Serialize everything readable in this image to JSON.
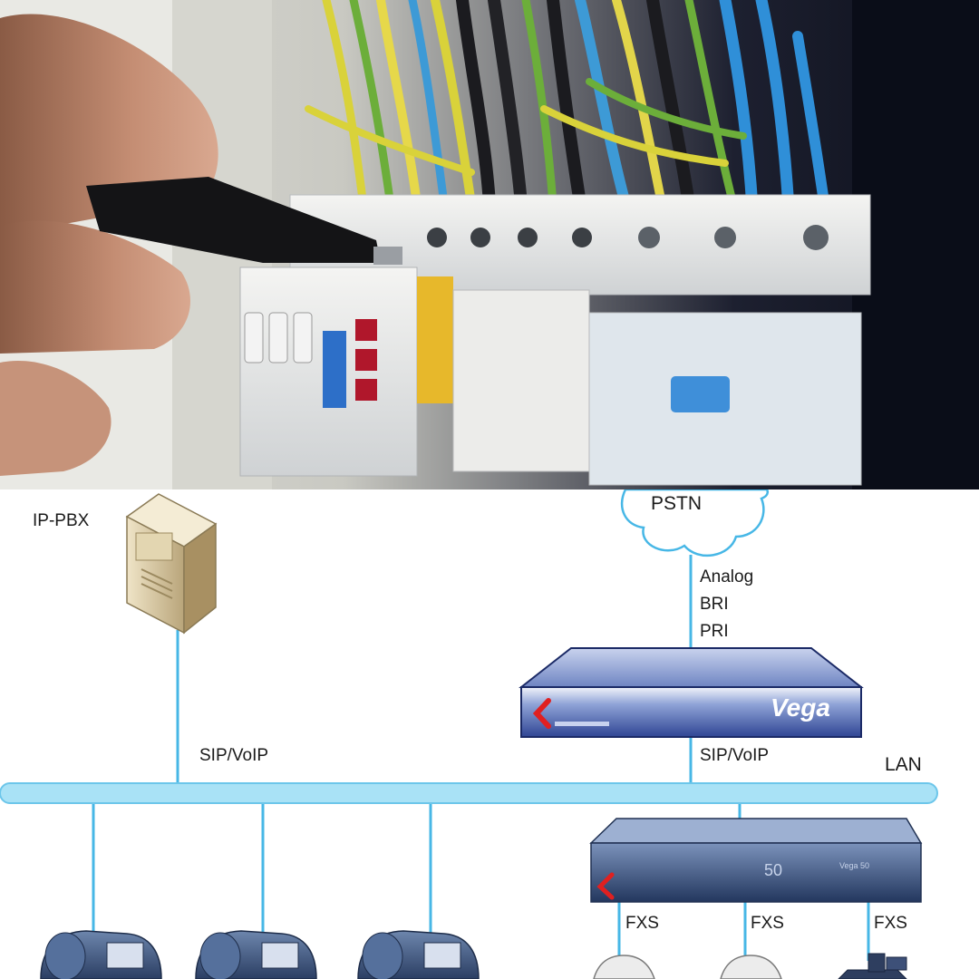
{
  "diagram": {
    "ippbx_label": "IP-PBX",
    "pstn_label": "PSTN",
    "trunk_types": [
      "Analog",
      "BRI",
      "PRI"
    ],
    "vega_brand": "Vega",
    "sip_voip_left": "SIP/VoIP",
    "sip_voip_right": "SIP/VoIP",
    "lan_label": "LAN",
    "gateway50_model": "50",
    "gateway50_small": "Vega 50",
    "fxs_labels": [
      "FXS",
      "FXS",
      "FXS"
    ]
  },
  "colors": {
    "lan_bus": "#a9e2f6",
    "link_line": "#47b7e6",
    "vega_blue": "#3a56a8",
    "gateway_blue": "#3f5f8f",
    "accent_red": "#e02020"
  },
  "icons": {
    "server": "ip-pbx-server-icon",
    "cloud": "pstn-cloud-icon",
    "vega_gateway": "vega-gateway-icon",
    "vega50_gateway": "vega50-gateway-icon",
    "ip_phone": "ip-phone-icon",
    "analog_phone": "analog-phone-icon",
    "fax": "fax-icon"
  }
}
